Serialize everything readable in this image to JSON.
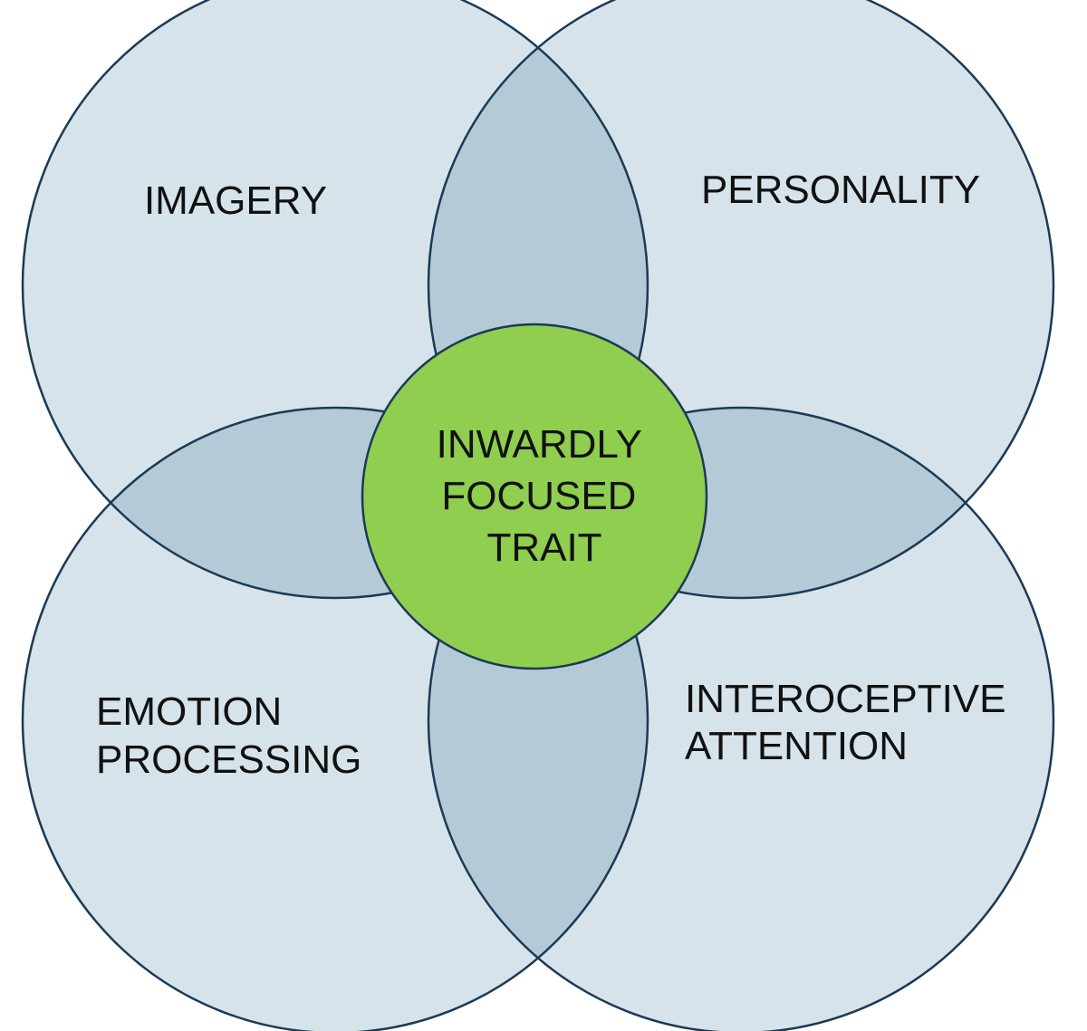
{
  "diagram": {
    "circles": [
      {
        "id": "imagery",
        "lines": [
          "IMAGERY"
        ]
      },
      {
        "id": "personality",
        "lines": [
          "PERSONALITY"
        ]
      },
      {
        "id": "emotion-processing",
        "lines": [
          "EMOTION",
          "PROCESSING"
        ]
      },
      {
        "id": "interoceptive-attention",
        "lines": [
          "INTEROCEPTIVE",
          "ATTENTION"
        ]
      }
    ],
    "center": {
      "lines": [
        "INWARDLY",
        "FOCUSED",
        "TRAIT"
      ]
    },
    "colors": {
      "circle_fill": "#d6e3ea",
      "overlap_fill": "#b4cbd7",
      "stroke": "#1b3a55",
      "center_fill": "#8fce4e"
    }
  }
}
